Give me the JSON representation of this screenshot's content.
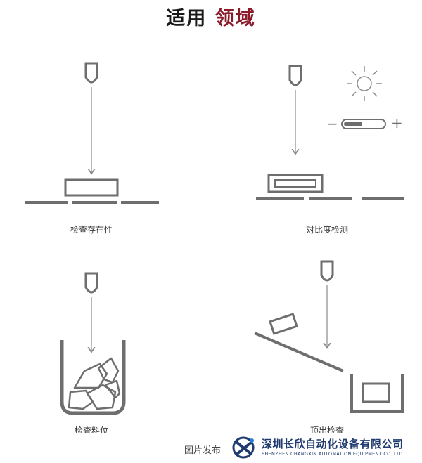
{
  "title": {
    "part1": "适用",
    "part2": "领域"
  },
  "captions": {
    "presence": "检查存在性",
    "contrast": "对比度检测",
    "level": "检查料位",
    "top": "顶出检查"
  },
  "contrast_control": {
    "minus": "−",
    "plus": "+"
  },
  "footer": {
    "publish_label": "图片发布",
    "company_cn": "深圳长欣自动化设备有限公司",
    "company_en": "SHENZHEN CHANGXIN AUTOMATION EQUIPMENT CO. LTD"
  },
  "colors": {
    "stroke": "#6e6e6e",
    "arrow": "#8a8a8a",
    "title_accent": "#8b1a2b",
    "brand": "#1e3a6e"
  }
}
